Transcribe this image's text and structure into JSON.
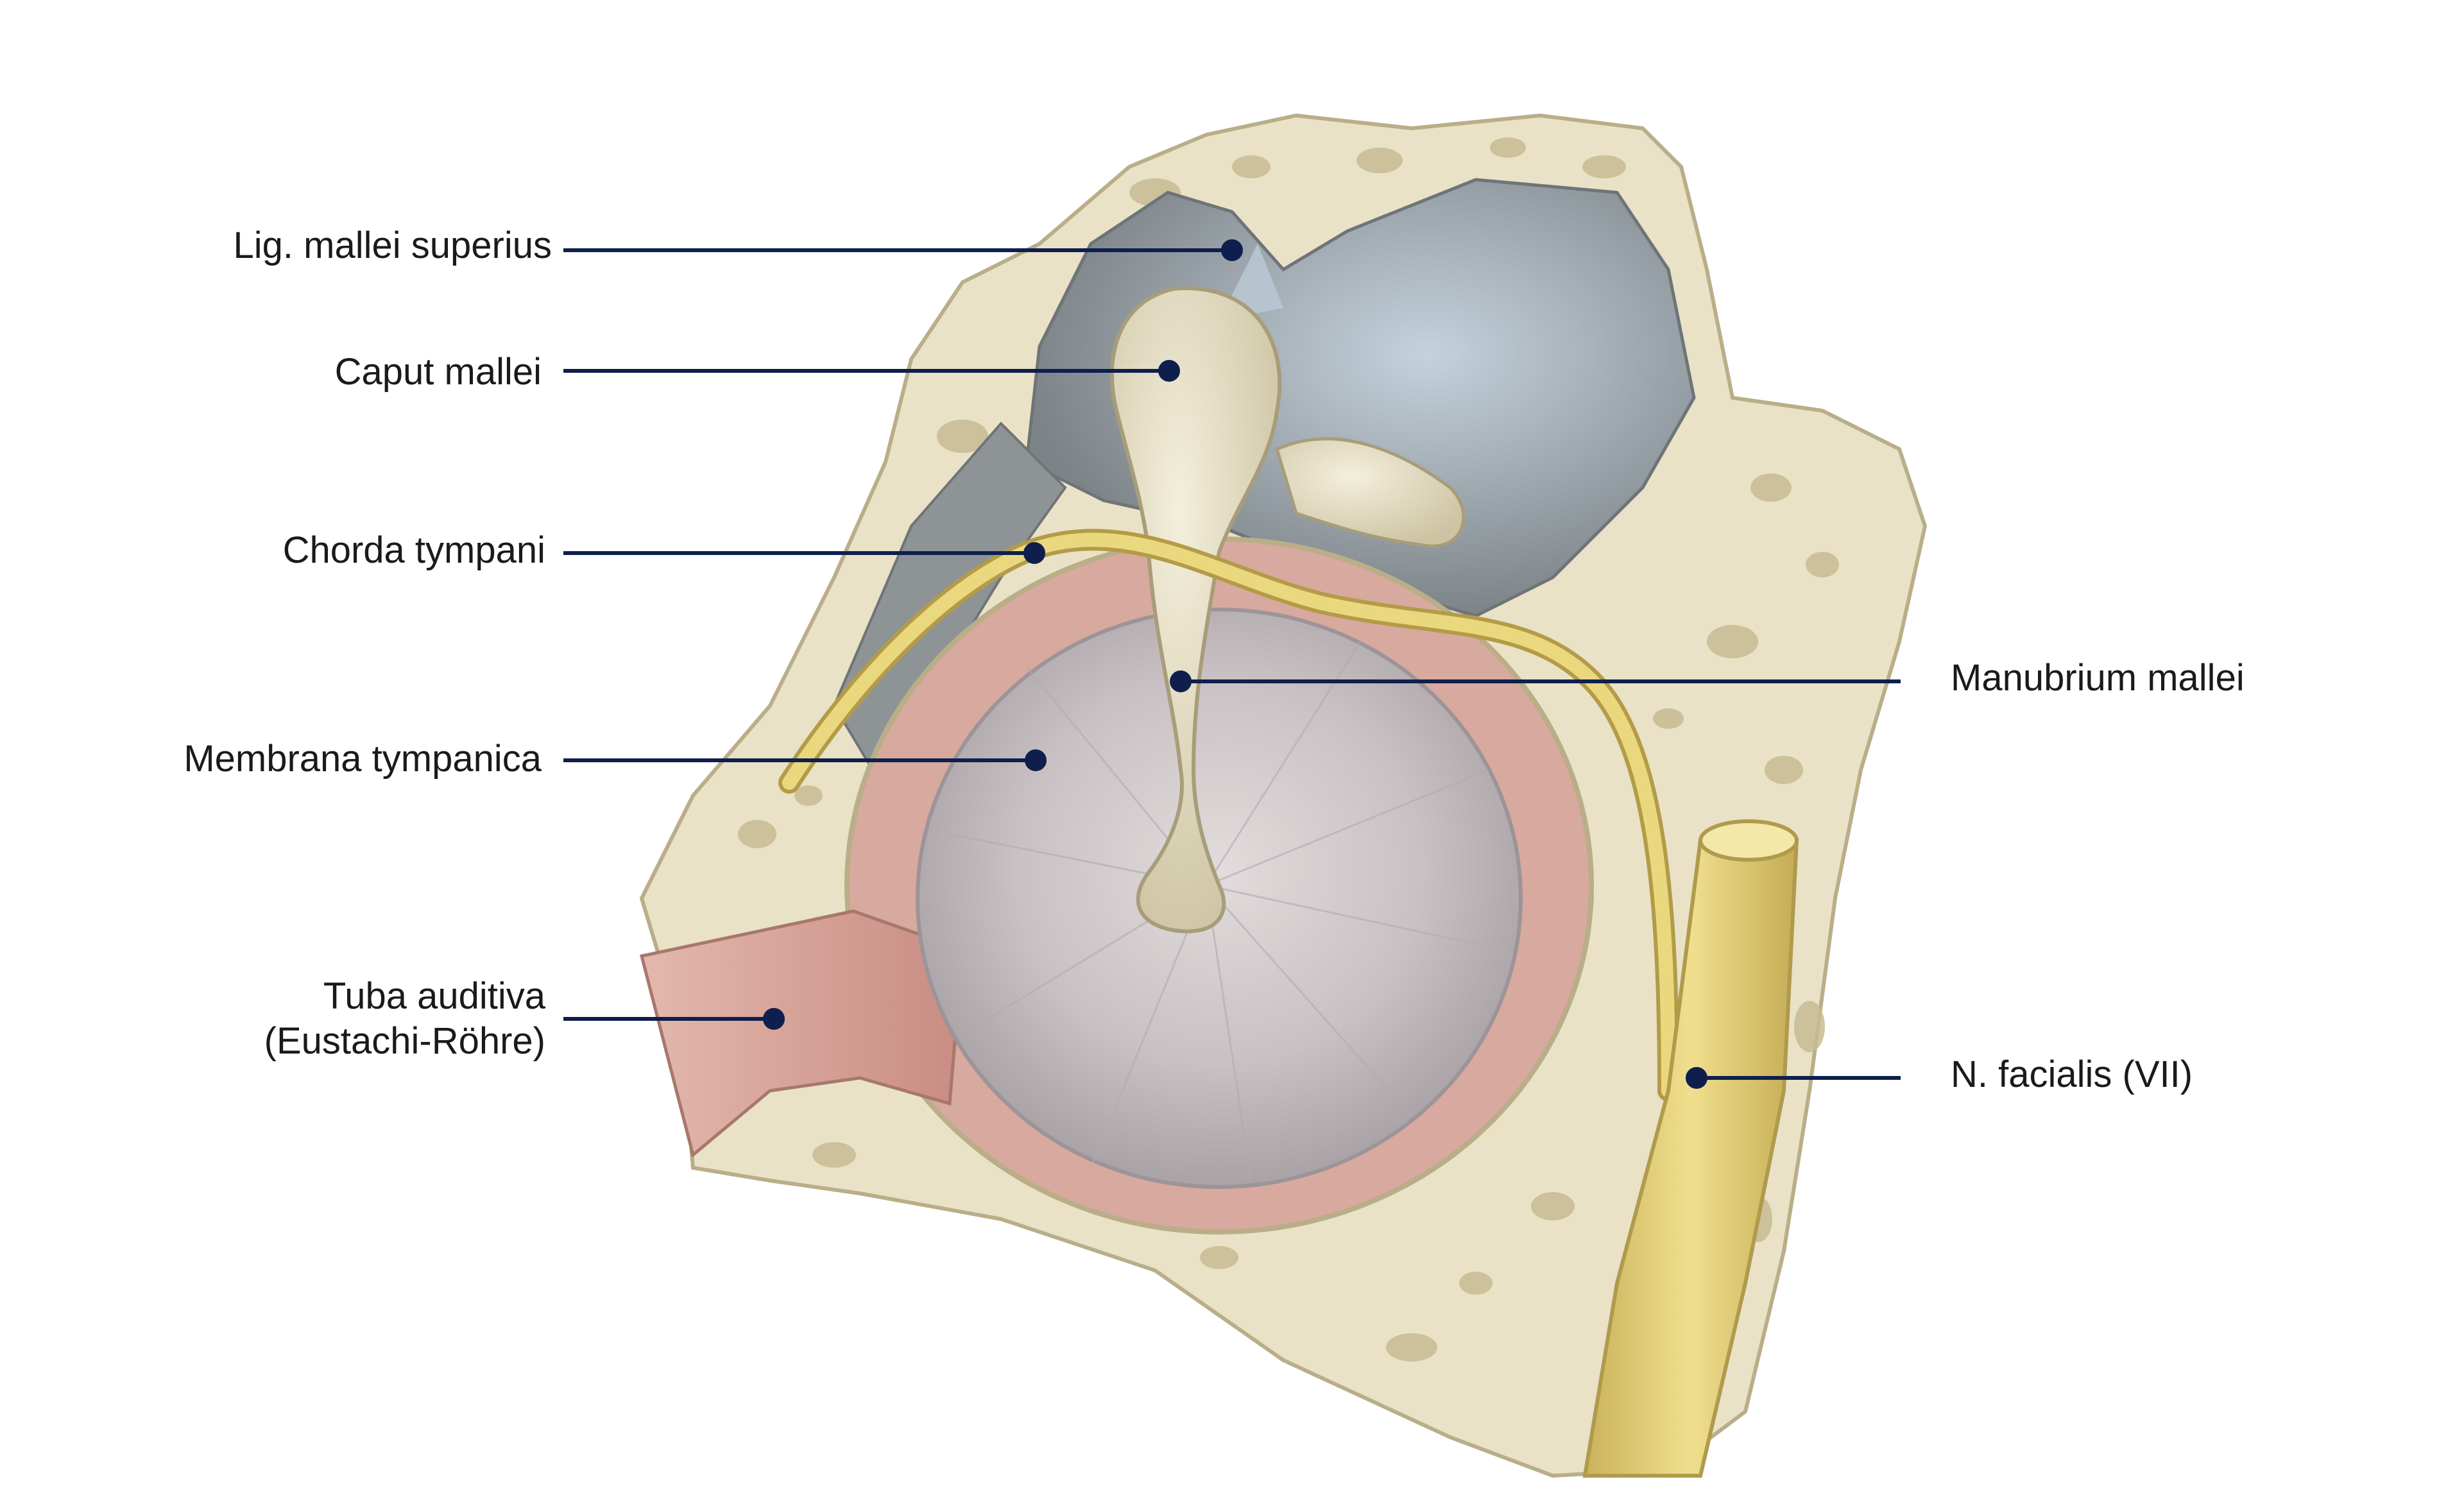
{
  "labels": {
    "lig_mallei_superius": "Lig. mallei superius",
    "caput_mallei": "Caput mallei",
    "chorda_tympani": "Chorda tympani",
    "membrana_tympanica": "Membrana tympanica",
    "tuba_auditiva_line1": "Tuba auditiva",
    "tuba_auditiva_line2": "(Eustachi-Röhre)",
    "manubrium_mallei": "Manubrium mallei",
    "n_facialis": "N. facialis (VII)"
  },
  "colors": {
    "leader": "#0e1f4d",
    "bone": "#e9e2c6",
    "bone_dark": "#b9ae88",
    "membrane": "#c9c2c4",
    "mucosa": "#d6a59a",
    "nerve": "#e7d37a",
    "cavity": "#8f9497",
    "cavity_blue": "#b8c7d2"
  }
}
